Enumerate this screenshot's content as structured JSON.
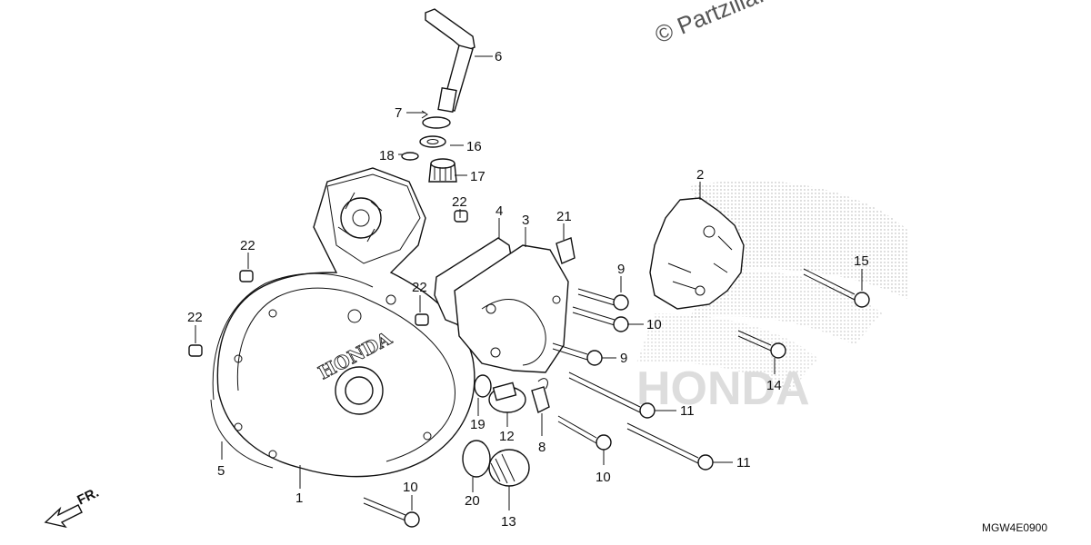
{
  "watermark": "© Partzilla.com",
  "ref_code": "MGW4E0900",
  "direction_label": "FR.",
  "cover_emboss": "HONDA",
  "background_emboss": "HONDA",
  "callouts": {
    "c1": "1",
    "c2": "2",
    "c3": "3",
    "c4": "4",
    "c5": "5",
    "c6": "6",
    "c7": "7",
    "c8": "8",
    "c9a": "9",
    "c9b": "9",
    "c10a": "10",
    "c10b": "10",
    "c10c": "10",
    "c11a": "11",
    "c11b": "11",
    "c12": "12",
    "c13": "13",
    "c14": "14",
    "c15": "15",
    "c16": "16",
    "c17": "17",
    "c18": "18",
    "c19": "19",
    "c20": "20",
    "c21": "21",
    "c22a": "22",
    "c22b": "22",
    "c22c": "22",
    "c22d": "22"
  }
}
